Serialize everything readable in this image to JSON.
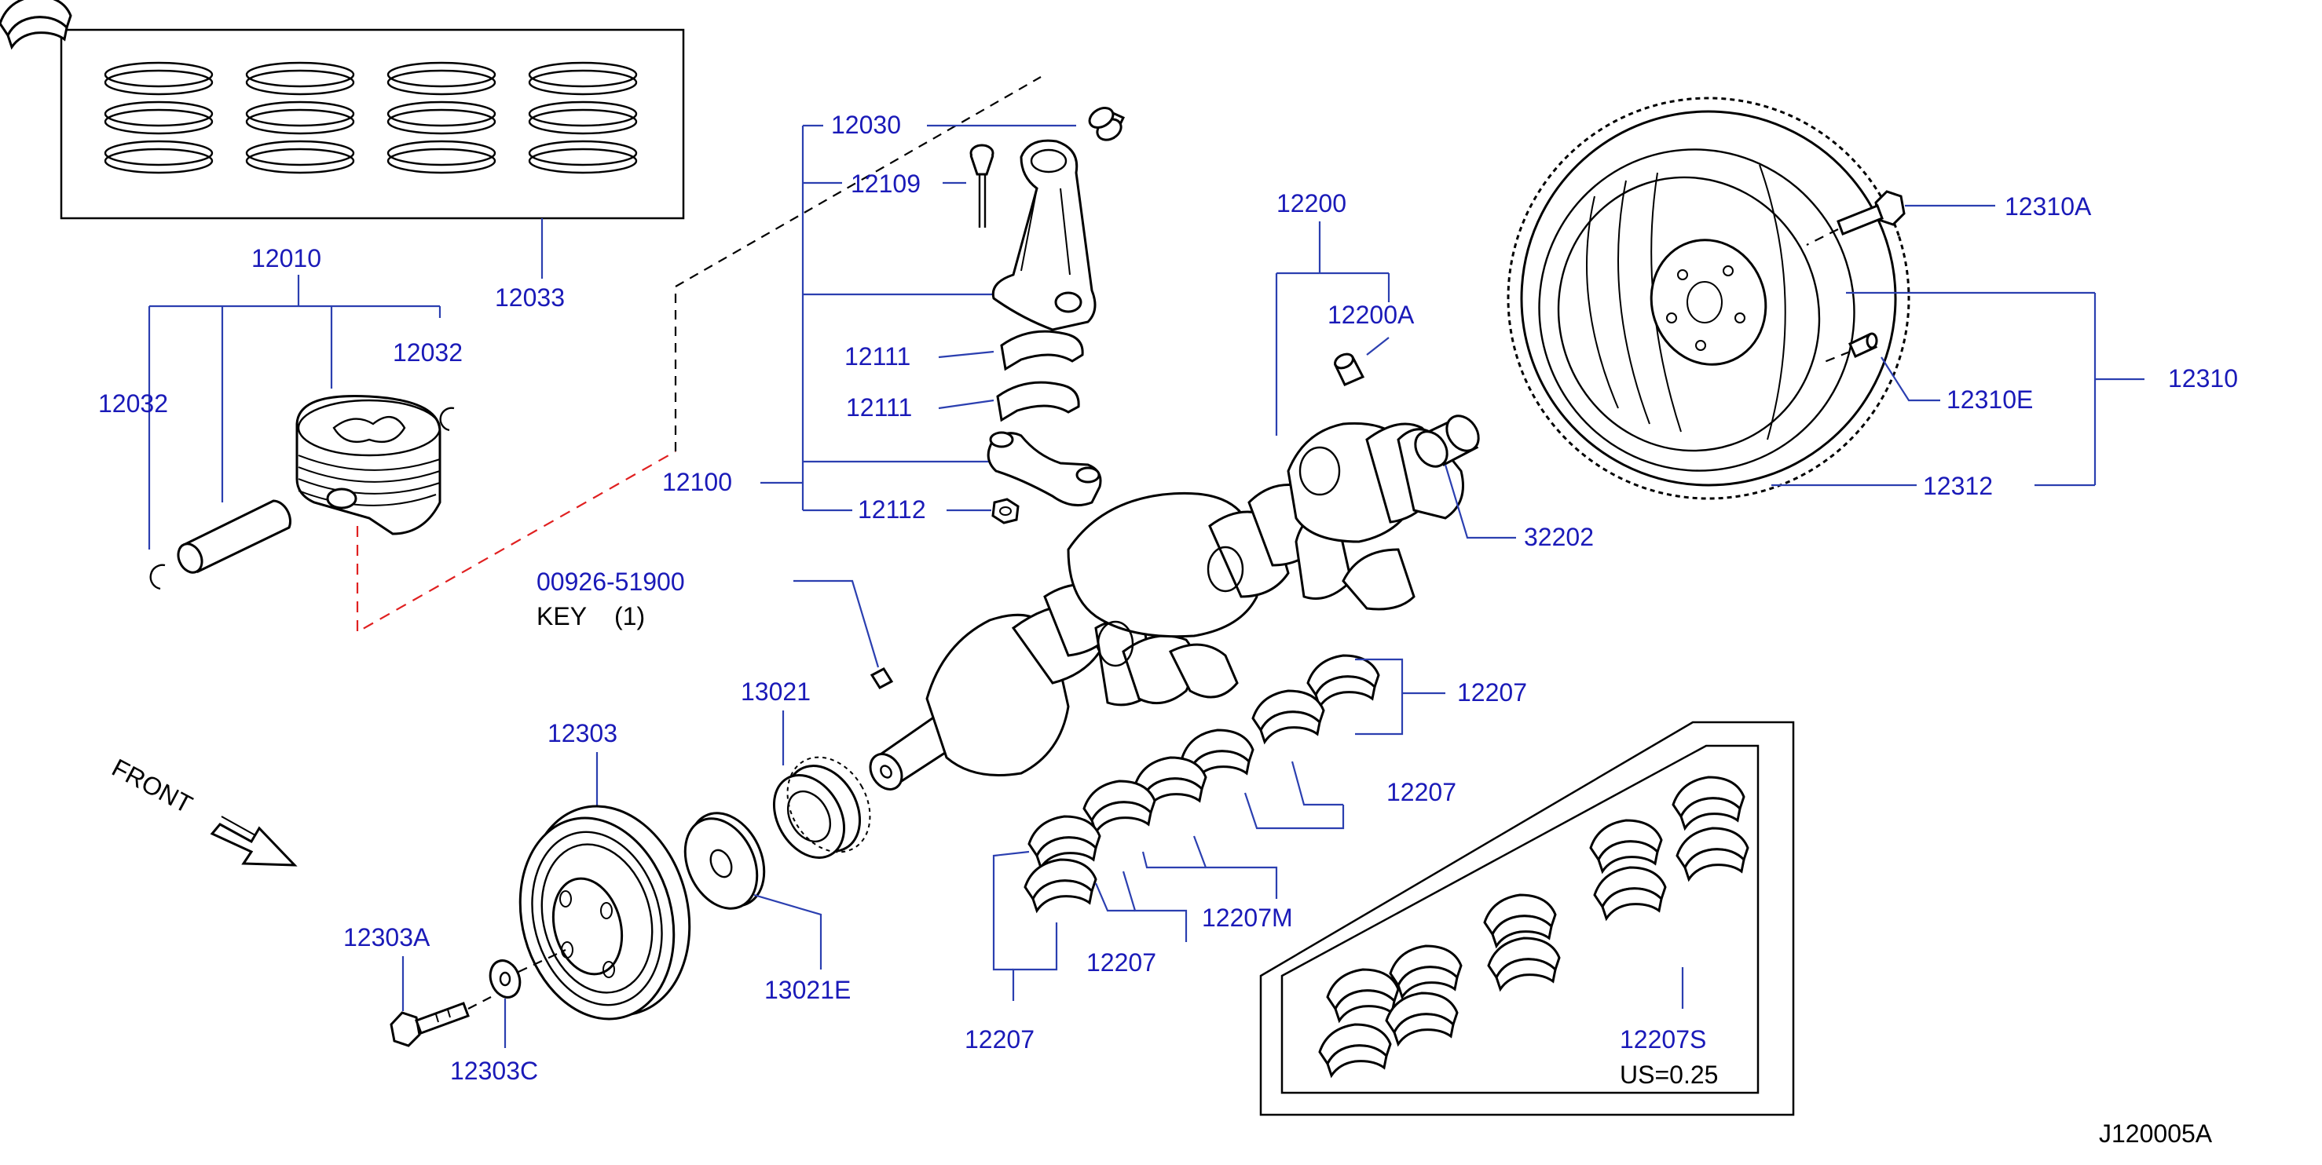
{
  "colors": {
    "label": "#1a1ab8",
    "leader": "#2b3fb0",
    "parts": "#000000",
    "dashed_red": "#e02020",
    "background": "#ffffff"
  },
  "labels": {
    "p12033": "12033",
    "p12010": "12010",
    "p12032a": "12032",
    "p12032b": "12032",
    "p12030": "12030",
    "p12109": "12109",
    "p12111a": "12111",
    "p12111b": "12111",
    "p12100": "12100",
    "p12112": "12112",
    "p12200": "12200",
    "p12200A": "12200A",
    "p32202": "32202",
    "p12310A": "12310A",
    "p12310": "12310",
    "p12310E": "12310E",
    "p12312": "12312",
    "p00926": "00926-51900",
    "key": "KEY",
    "key_qty": "(1)",
    "p13021": "13021",
    "p12303": "12303",
    "p12207a": "12207",
    "p12207b": "12207",
    "p12207M": "12207M",
    "p12207c": "12207",
    "p12207d": "12207",
    "p12303A": "12303A",
    "p12303C": "12303C",
    "p13021E": "13021E",
    "p12207S": "12207S",
    "us": "US=0.25",
    "front": "FRONT",
    "ref": "J120005A"
  }
}
